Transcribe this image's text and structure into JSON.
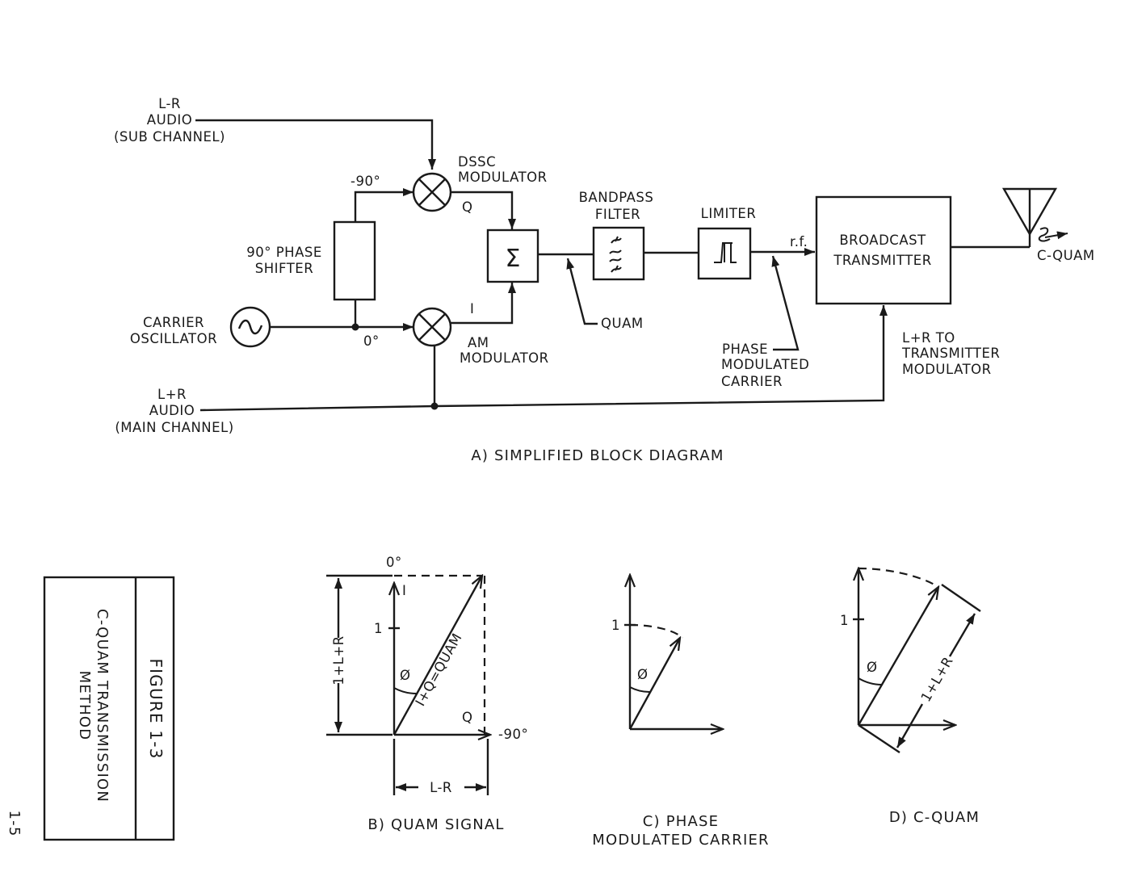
{
  "block_diagram": {
    "lr_audio": [
      "L-R",
      "AUDIO",
      "(SUB CHANNEL)"
    ],
    "minus90": "-90°",
    "dssc_modulator": [
      "DSSC",
      "MODULATOR"
    ],
    "q_label": "Q",
    "phase_shifter": [
      "90° PHASE",
      "SHIFTER"
    ],
    "sigma": "Σ",
    "bandpass_filter": [
      "BANDPASS",
      "FILTER"
    ],
    "limiter": "LIMITER",
    "rf": "r.f.",
    "broadcast_transmitter": [
      "BROADCAST",
      "TRANSMITTER"
    ],
    "c_quam_out": "C-QUAM",
    "carrier_oscillator": [
      "CARRIER",
      "OSCILLATOR"
    ],
    "zero_deg": "0°",
    "i_label": "I",
    "am_modulator": [
      "AM",
      "MODULATOR"
    ],
    "quam": "QUAM",
    "phase_modulated_carrier": [
      "PHASE",
      "MODULATED",
      "CARRIER"
    ],
    "lr_to_transmitter": [
      "L+R TO",
      "TRANSMITTER",
      "MODULATOR"
    ],
    "lpr_audio": [
      "L+R",
      "AUDIO",
      "(MAIN CHANNEL)"
    ],
    "caption": "A) SIMPLIFIED BLOCK DIAGRAM"
  },
  "quam_signal": {
    "zero_deg": "0°",
    "i_label": "I",
    "one_label": "1",
    "one_plus_lr": "1+L+R",
    "phi": "Ø",
    "vector_label": "I+Q=QUAM",
    "q_label": "Q",
    "minus90": "-90°",
    "l_minus_r": "L-R",
    "caption": "B) QUAM SIGNAL"
  },
  "phase_modulated": {
    "one_label": "1",
    "phi": "Ø",
    "caption": [
      "C) PHASE",
      "MODULATED CARRIER"
    ]
  },
  "c_quam": {
    "one_label": "1",
    "phi": "Ø",
    "one_plus_lr": "1+L+R",
    "caption": "D) C-QUAM"
  },
  "figure_box": {
    "figure": "FIGURE 1-3",
    "title": [
      "C-QUAM TRANSMISSION",
      "METHOD"
    ]
  },
  "page_number": "1-5"
}
